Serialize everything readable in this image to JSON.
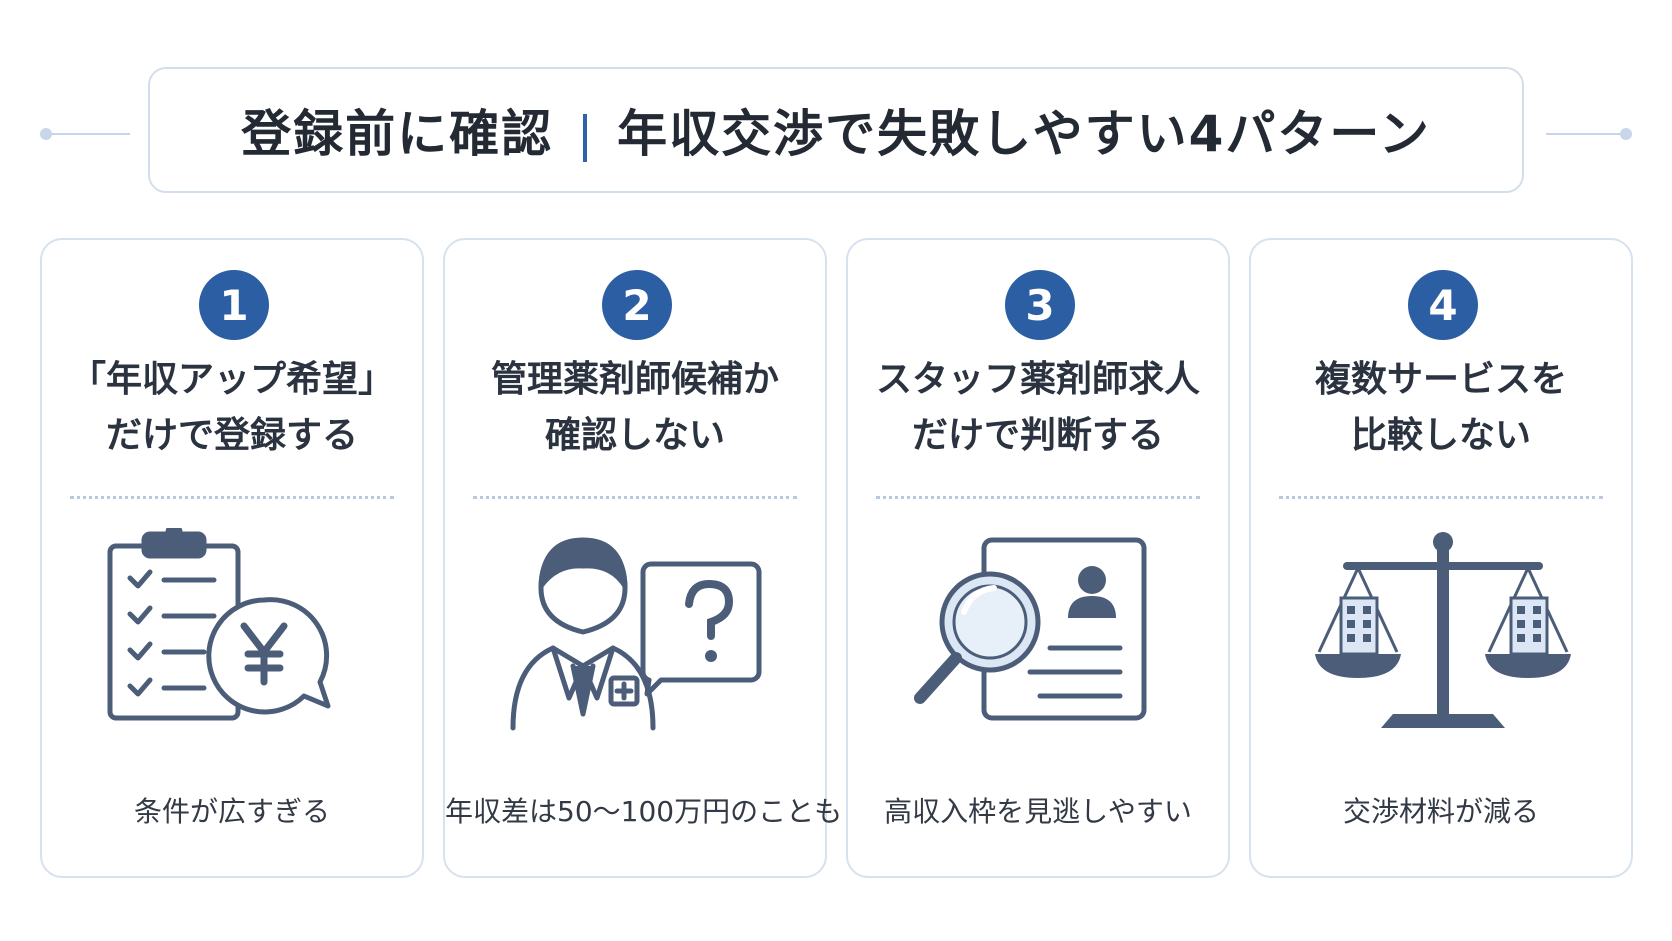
{
  "title": {
    "left": "登録前に確認",
    "right": "年収交渉で失敗しやすい4パターン"
  },
  "cards": [
    {
      "number": "1",
      "title_line1": "「年収アップ希望」",
      "title_line2": "だけで登録する",
      "icon": "clipboard-yen-icon",
      "caption": "条件が広すぎる"
    },
    {
      "number": "2",
      "title_line1": "管理薬剤師候補か",
      "title_line2": "確認しない",
      "icon": "pharmacist-question-icon",
      "caption": "年収差は50〜100万円のことも"
    },
    {
      "number": "3",
      "title_line1": "スタッフ薬剤師求人",
      "title_line2": "だけで判断する",
      "icon": "magnifier-resume-icon",
      "caption": "高収入枠を見逃しやすい"
    },
    {
      "number": "4",
      "title_line1": "複数サービスを",
      "title_line2": "比較しない",
      "icon": "balance-scale-icon",
      "caption": "交渉材料が減る"
    }
  ],
  "colors": {
    "accent": "#2c5ea3",
    "icon": "#4b5d78",
    "border": "#d7e2ef"
  }
}
